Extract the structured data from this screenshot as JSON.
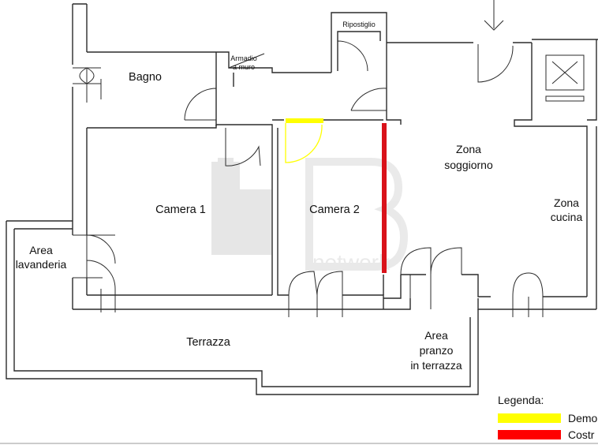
{
  "rooms": {
    "bagno": "Bagno",
    "armadio_line1": "Armadio",
    "armadio_line2": "a muro",
    "ripostiglio": "Ripostiglio",
    "zona_soggiorno_line1": "Zona",
    "zona_soggiorno_line2": "soggiorno",
    "camera1": "Camera 1",
    "camera2": "Camera 2",
    "zona_cucina_line1": "Zona",
    "zona_cucina_line2": "cucina",
    "area_lavanderia_line1": "Area",
    "area_lavanderia_line2": "lavanderia",
    "terrazza": "Terrazza",
    "area_pranzo_line1": "Area",
    "area_pranzo_line2": "pranzo",
    "area_pranzo_line3": "in terrazza"
  },
  "legend": {
    "title": "Legenda:",
    "items": [
      {
        "label": "Demo",
        "color": "#ffff00"
      },
      {
        "label": "Costr",
        "color": "#ff0000"
      }
    ]
  },
  "watermark": {
    "text": "network"
  },
  "colors": {
    "demolition": "#ffff00",
    "construction": "#d9121a",
    "walls": "#2b2b2b"
  }
}
